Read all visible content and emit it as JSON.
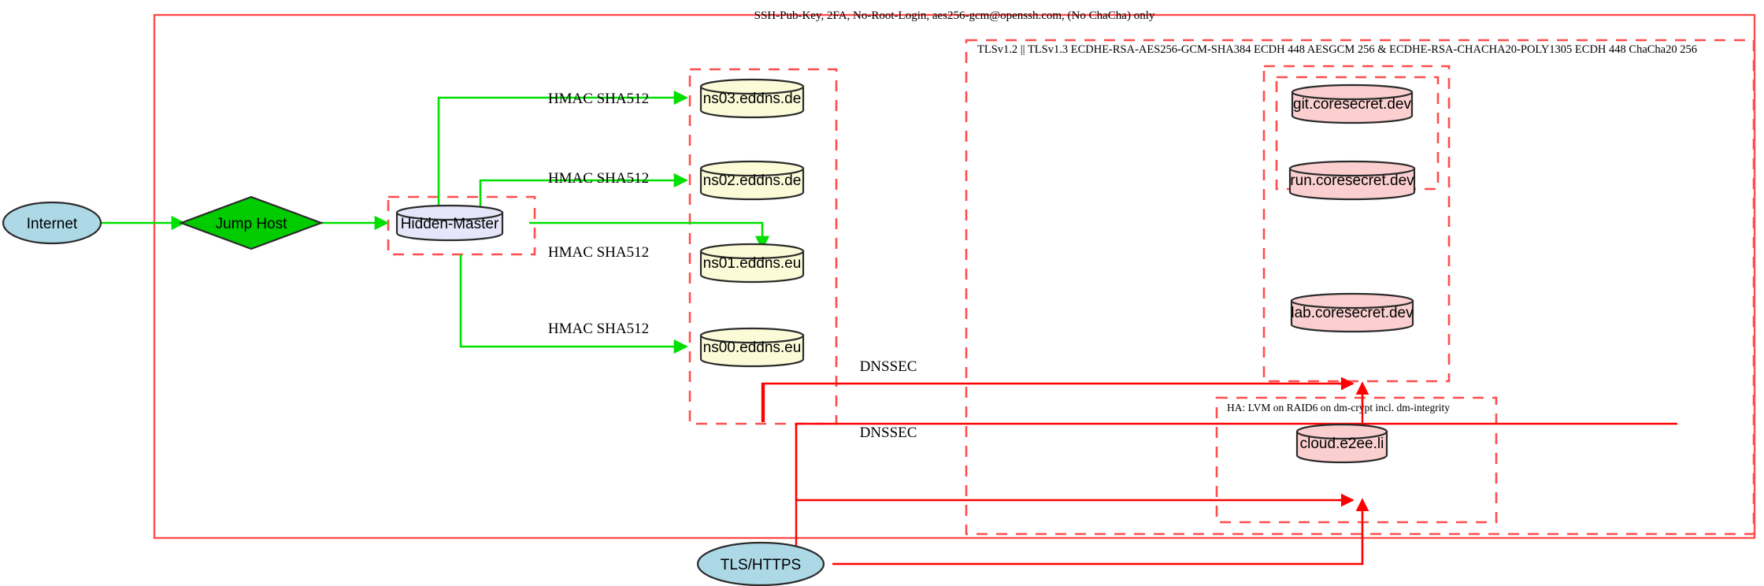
{
  "diagram": {
    "title_top_banner": "SSH-Pub-Key, 2FA, No-Root-Login, aes256-gcm@openssh.com, (No ChaCha) only",
    "tls_cluster_label": "TLSv1.2 || TLSv1.3 ECDHE-RSA-AES256-GCM-SHA384 ECDH 448 AESGCM 256 & ECDHE-RSA-CHACHA20-POLY1305 ECDH 448 ChaCha20 256",
    "ha_cluster_label": "HA: LVM on RAID6 on dm-crypt incl. dm-integrity"
  },
  "nodes": {
    "internet": {
      "label": "Internet",
      "shape": "ellipse",
      "fill": "#add8e6"
    },
    "jump_host": {
      "label": "Jump Host",
      "shape": "diamond",
      "fill": "#00cc00"
    },
    "hidden_master": {
      "label": "Hidden-Master",
      "shape": "cylinder",
      "fill": "#e6e6fa"
    },
    "tls_https": {
      "label": "TLS/HTTPS",
      "shape": "ellipse",
      "fill": "#add8e6"
    },
    "ns03": {
      "label": "ns03.eddns.de",
      "shape": "cylinder",
      "fill": "#fbfbd8"
    },
    "ns02": {
      "label": "ns02.eddns.de",
      "shape": "cylinder",
      "fill": "#fbfbd8"
    },
    "ns01": {
      "label": "ns01.eddns.eu",
      "shape": "cylinder",
      "fill": "#fbfbd8"
    },
    "ns00": {
      "label": "ns00.eddns.eu",
      "shape": "cylinder",
      "fill": "#fbfbd8"
    },
    "git": {
      "label": "git.coresecret.dev",
      "shape": "cylinder",
      "fill": "#fbcfcf"
    },
    "run": {
      "label": "run.coresecret.dev",
      "shape": "cylinder",
      "fill": "#fbcfcf"
    },
    "lab": {
      "label": "lab.coresecret.dev",
      "shape": "cylinder",
      "fill": "#fbcfcf"
    },
    "cloud": {
      "label": "cloud.e2ee.li",
      "shape": "cylinder",
      "fill": "#fbcfcf"
    }
  },
  "edge_labels": {
    "hmac_ns03": "HMAC SHA512",
    "hmac_ns02": "HMAC SHA512",
    "hmac_ns01": "HMAC SHA512",
    "hmac_ns00": "HMAC SHA512",
    "dnssec_upper": "DNSSEC",
    "dnssec_lower": "DNSSEC"
  },
  "colors": {
    "cluster_border": "#ff4d4d",
    "edge_green": "#00e000",
    "edge_red": "#ff0000",
    "node_stroke": "#2b2b2b"
  }
}
